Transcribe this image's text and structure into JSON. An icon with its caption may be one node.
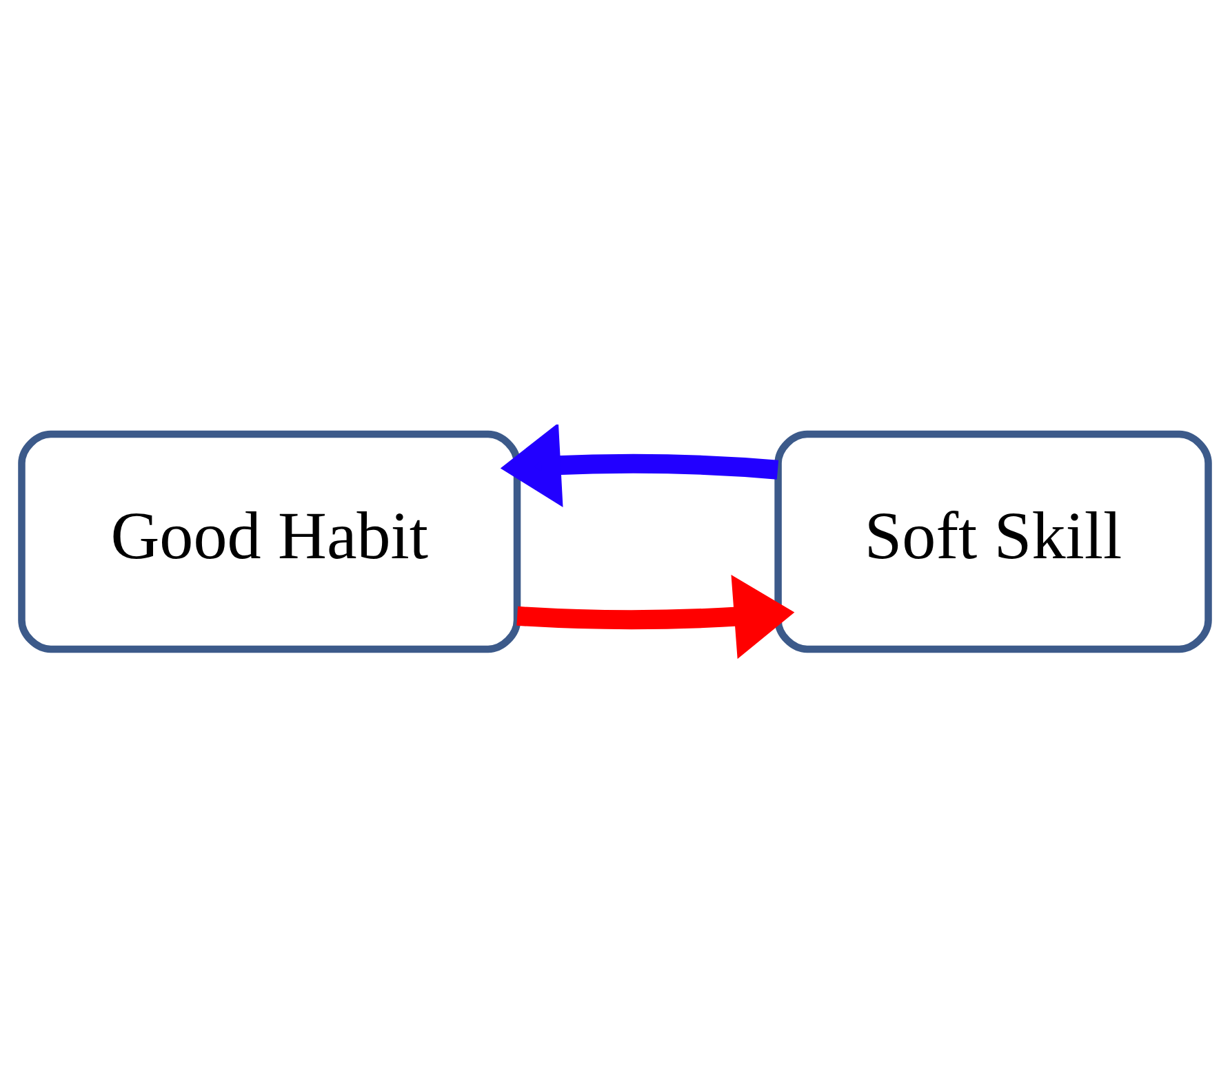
{
  "diagram": {
    "nodes": [
      {
        "text": [
          "Good Habit"
        ]
      },
      {
        "text": [
          "Soft Skill"
        ]
      }
    ],
    "edges": [
      {
        "from": 0,
        "to": 1,
        "arrow": "to",
        "color": "#ff0000"
      },
      {
        "from": 1,
        "to": 0,
        "arrow": "to",
        "color": "#2200ff"
      }
    ]
  }
}
